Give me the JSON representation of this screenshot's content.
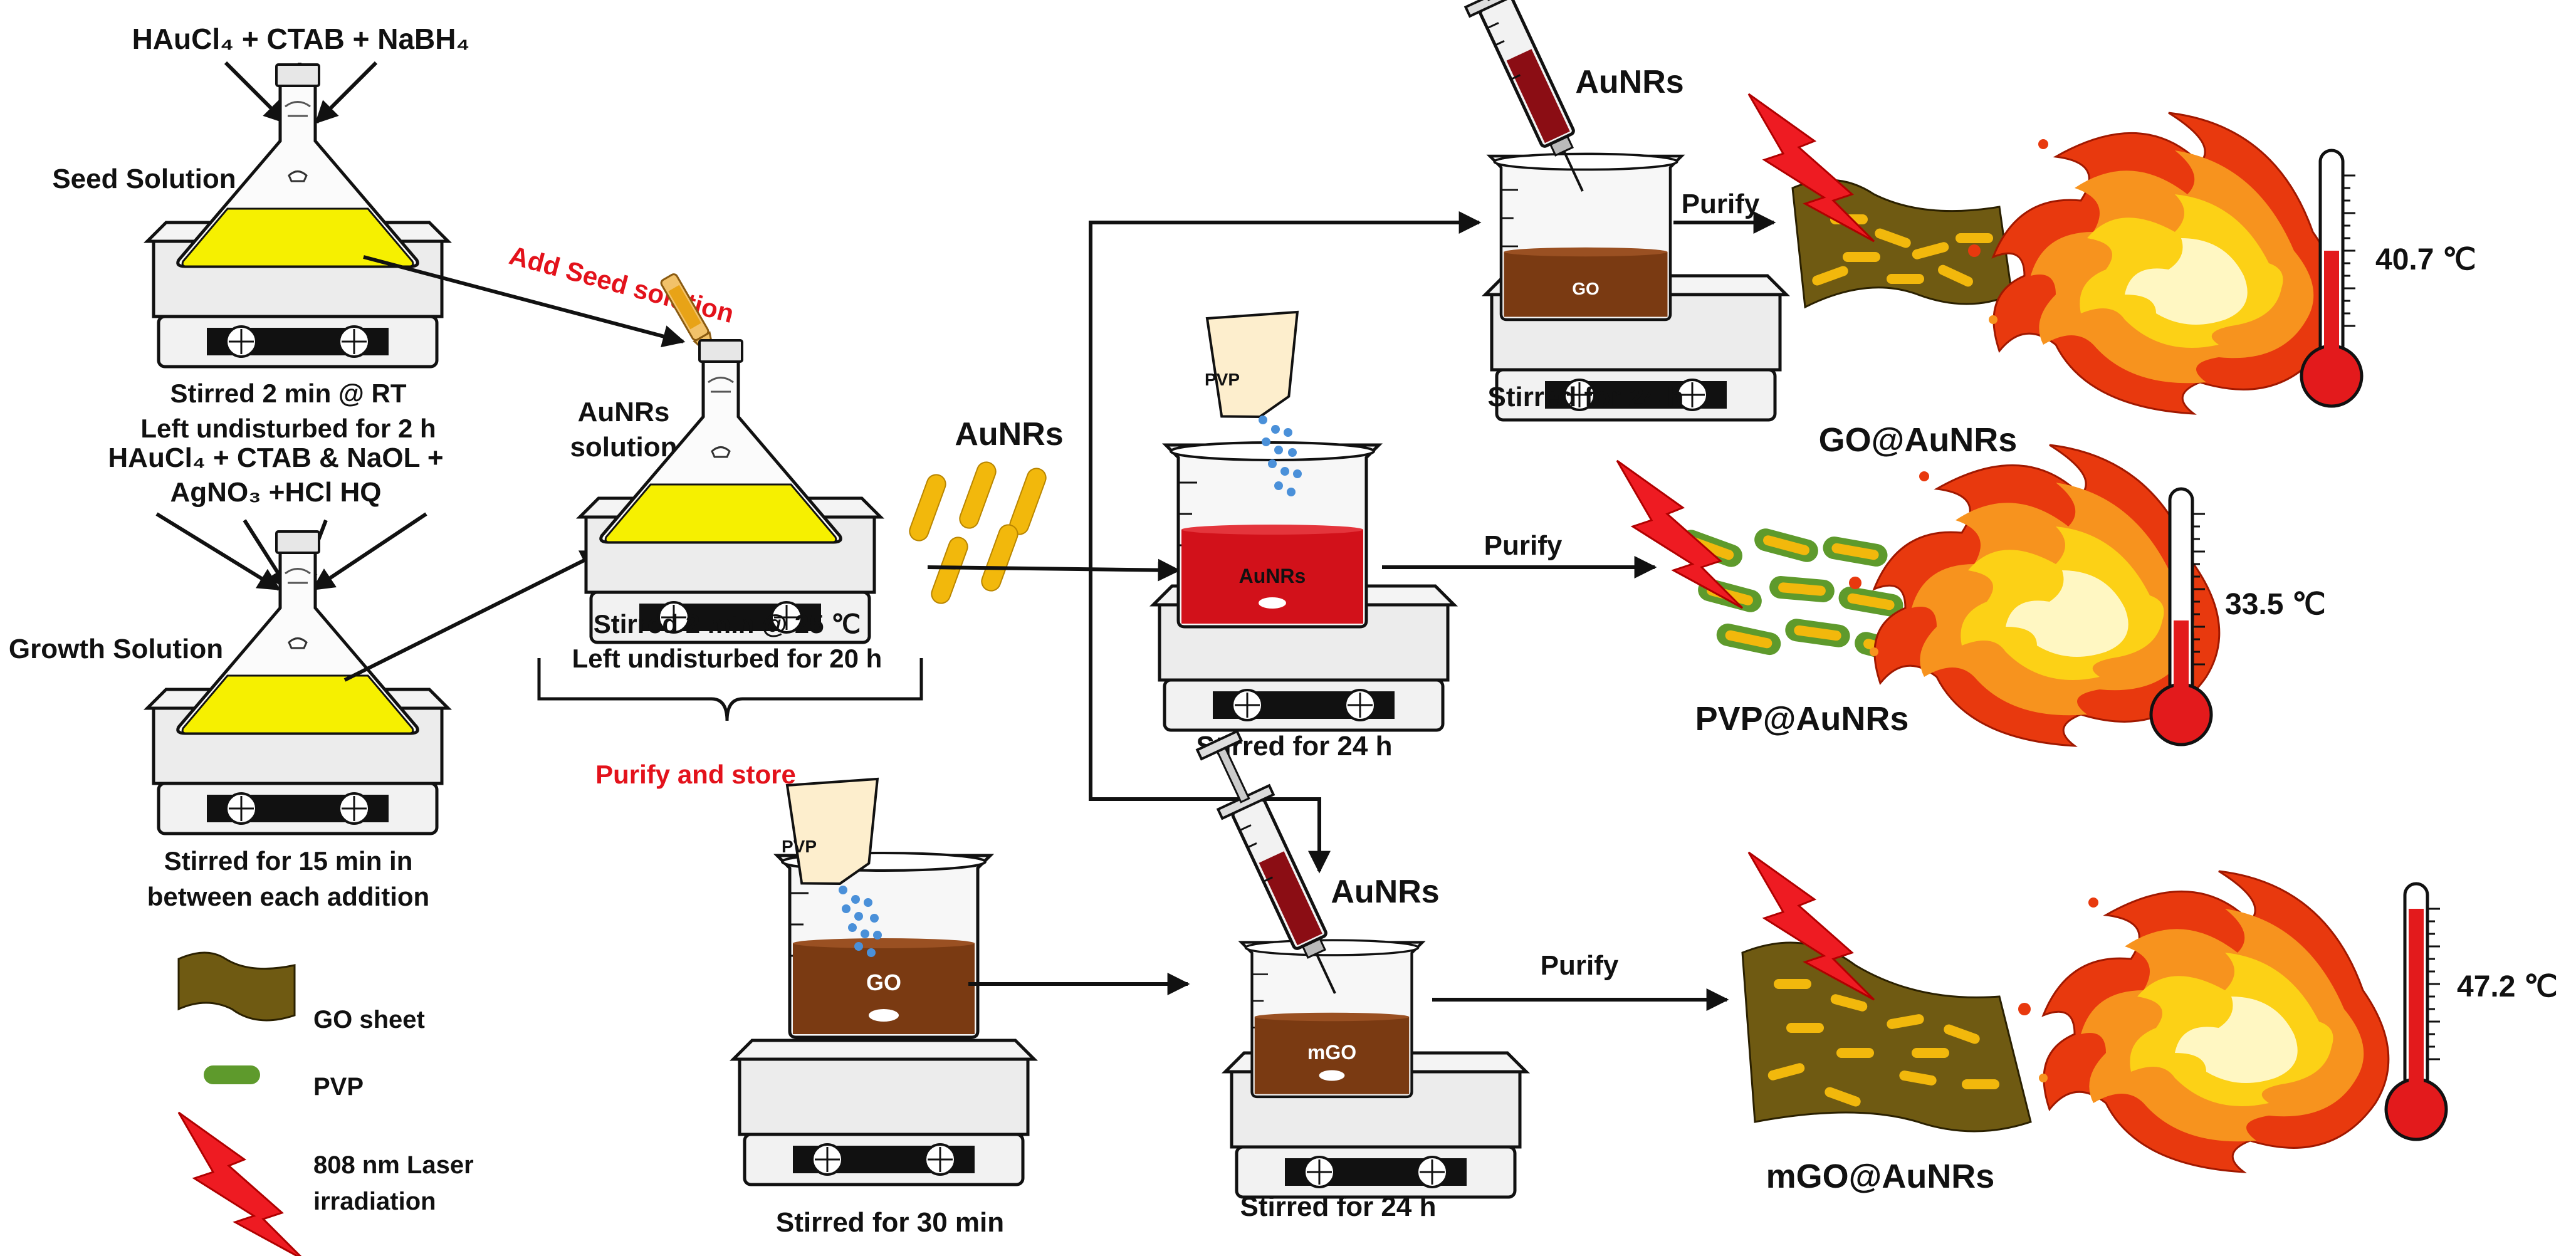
{
  "reagents": {
    "seed": "HAuCl₄ + CTAB + NaBH₄",
    "growth_line1": "HAuCl₄ + CTAB & NaOL +",
    "growth_line2": "AgNO₃ +HCl HQ"
  },
  "labels": {
    "seed_solution": "Seed Solution",
    "growth_solution": "Growth Solution",
    "aunrs_solution_line1": "AuNRs",
    "aunrs_solution_line2": "solution",
    "add_seed_solution": "Add Seed solution",
    "purify_and_store": "Purify and store",
    "aunrs_center": "AuNRs",
    "aunrs_top": "AuNRs",
    "aunrs_bottom": "AuNRs",
    "pvp_packet": "PVP",
    "pvp_packet_bottom": "PVP",
    "beaker_go_top": "GO",
    "beaker_aunrs_mid": "AuNRs",
    "beaker_go_bottom": "GO",
    "beaker_mgo": "mGO",
    "purify_top": "Purify",
    "purify_mid": "Purify",
    "purify_bottom": "Purify"
  },
  "captions": {
    "seed_1": "Stirred 2 min @ RT",
    "seed_2": "Left undisturbed for 2 h",
    "growth_1": "Stirred for 15 min in",
    "growth_2": "between each addition",
    "aunrs_1": "Stirred 2 min @ 25 ℃",
    "aunrs_2": "Left undisturbed for 20 h",
    "go_top": "Stirred for 24 h",
    "pvp_mid": "Stirred for 24 h",
    "go_30": "Stirred for 30 min",
    "mgo_24": "Stirred for 24 h"
  },
  "products": {
    "go": "GO@AuNRs",
    "pvp": "PVP@AuNRs",
    "mgo": "mGO@AuNRs"
  },
  "temperatures": {
    "go": "40.7 ℃",
    "pvp": "33.5 ℃",
    "mgo": "47.2 ℃"
  },
  "legend": {
    "go_sheet": "GO sheet",
    "pvp": "PVP",
    "laser_1": "808 nm Laser",
    "laser_2": "irradiation"
  },
  "colors": {
    "text": "#111111",
    "red_text": "#e3121b",
    "yellow_solution": "#f6f000",
    "aunr_gold": "#f2b80c",
    "go_brown": "#7a3a12",
    "go_sheet": "#6f5a12",
    "pvp_green": "#5e9a2c",
    "aunrs_red": "#d2111a",
    "laser_red": "#ee1b22",
    "thermo_red": "#e31a1c"
  }
}
